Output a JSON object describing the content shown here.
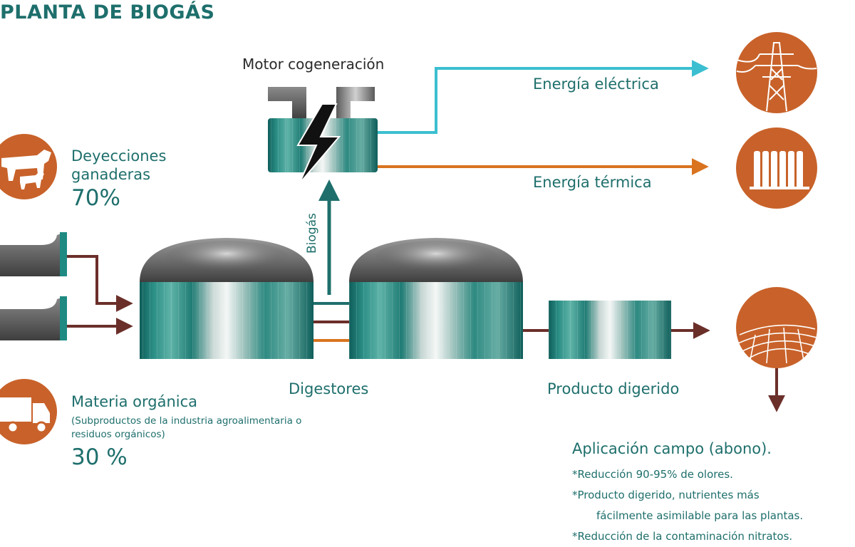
{
  "title": "PLANTA DE BIOGÁS",
  "motor": {
    "label": "Motor cogeneración"
  },
  "outputs": {
    "electric": "Energía eléctrica",
    "thermal": "Energía térmica"
  },
  "biogas_label": "Biogás",
  "inputs": {
    "livestock": {
      "name": "Deyecciones ganaderas",
      "percent": "70%"
    },
    "organic": {
      "name": "Materia orgánica",
      "subtitle": "(Subproductos de la industria agroalimentaria o residuos orgánicos)",
      "percent": "30 %"
    }
  },
  "digesters_label": "Digestores",
  "digested_label": "Producto digerido",
  "application": {
    "title": "Aplicación campo (abono).",
    "bullets": [
      "*Reducción 90-95% de olores.",
      "*Producto digerido, nutrientes más",
      "fácilmente asimilable para las plantas.",
      "*Reducción de la contaminación nitratos."
    ]
  },
  "icons": [
    "power-tower-icon",
    "radiator-icon",
    "field-icon",
    "cow-icon",
    "truck-icon",
    "lightning-icon"
  ],
  "colors": {
    "teal_text": "#1e6f6c",
    "orange_icon": "#c8622a",
    "electric_arrow": "#3bbfd0",
    "thermal_arrow": "#d9731f",
    "flow_arrow": "#6b2f2a",
    "biogas_arrow": "#1e6f6c"
  }
}
